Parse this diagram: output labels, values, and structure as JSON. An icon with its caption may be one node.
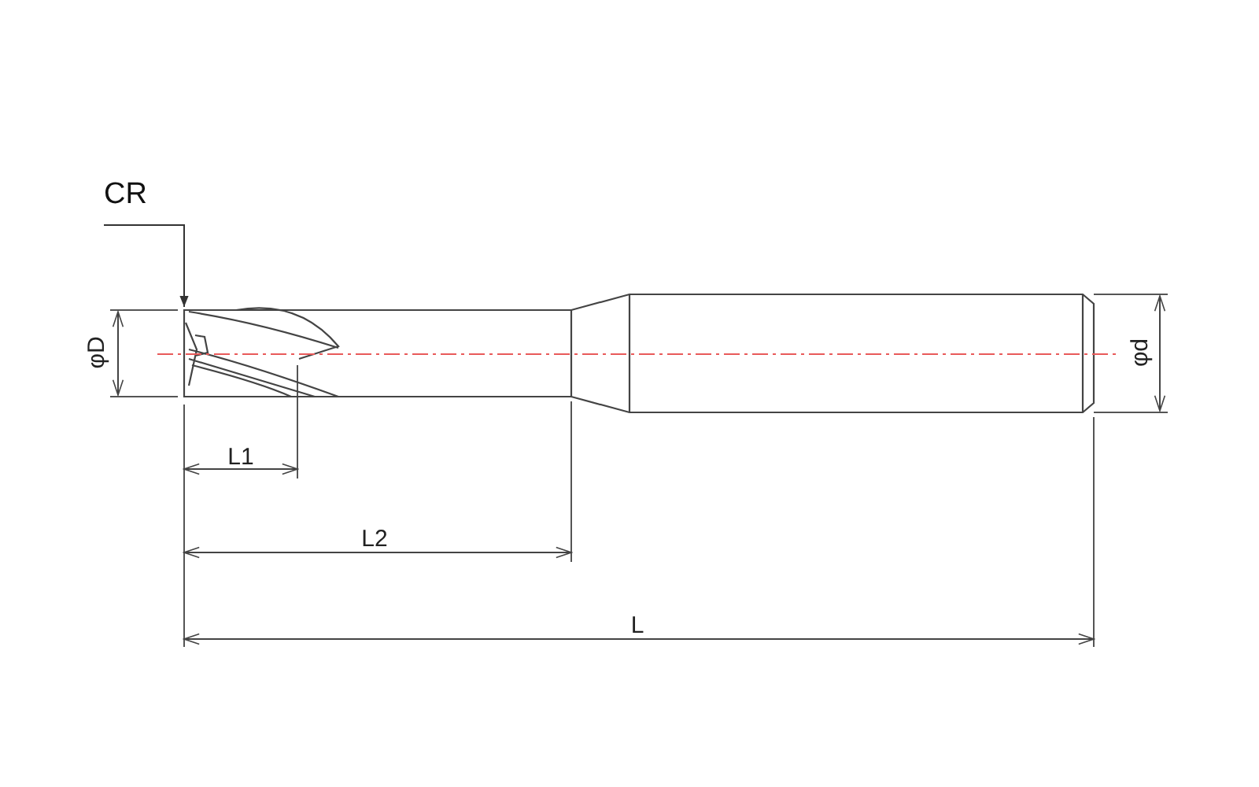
{
  "diagram": {
    "nodes": [
      {
        "text": [
          "CR"
        ]
      },
      {
        "text": [],
        "shape": "picture"
      }
    ],
    "edges": [
      {
        "from": 0,
        "to": 1,
        "arrow": "to"
      }
    ],
    "labels": [
      "φD",
      "L1",
      "L2",
      "L",
      "φd"
    ]
  }
}
